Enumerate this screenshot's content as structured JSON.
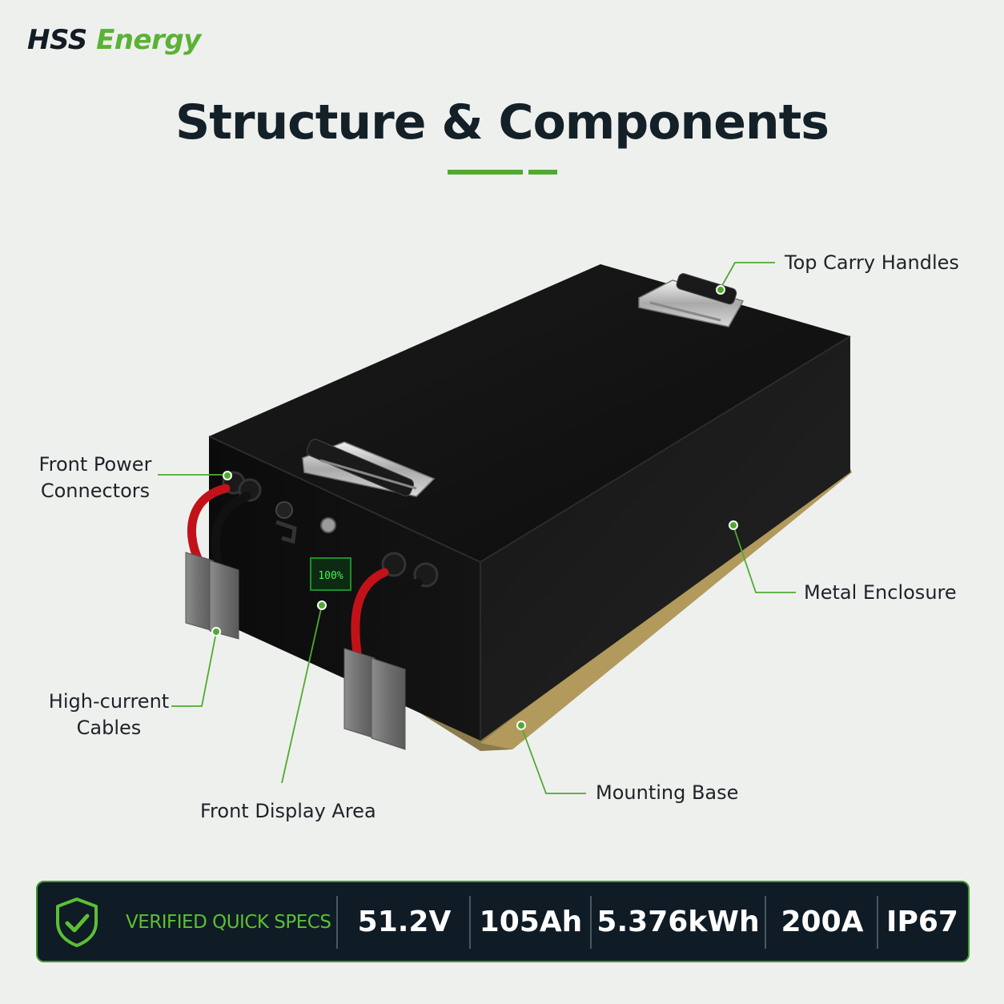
{
  "brand": {
    "part1": "HSS",
    "part2": "Energy"
  },
  "title": "Structure & Components",
  "display_text": "100%",
  "callouts": {
    "top_handles": "Top Carry Handles",
    "front_connectors_line1": "Front Power",
    "front_connectors_line2": "Connectors",
    "metal_enclosure": "Metal Enclosure",
    "cables_line1": "High-current",
    "cables_line2": "Cables",
    "mounting_base": "Mounting Base",
    "display_area": "Front Display Area"
  },
  "specs_bar": {
    "verified_label": "VERIFIED QUICK SPECS",
    "voltage": "51.2V",
    "capacity": "105Ah",
    "energy": "5.376kWh",
    "current": "200A",
    "rating": "IP67"
  },
  "colors": {
    "accent": "#4faa30",
    "dark_navy": "#0f1b25",
    "title": "#132028",
    "battery_body": "#121212"
  },
  "icons": [
    "shield-check-icon"
  ]
}
